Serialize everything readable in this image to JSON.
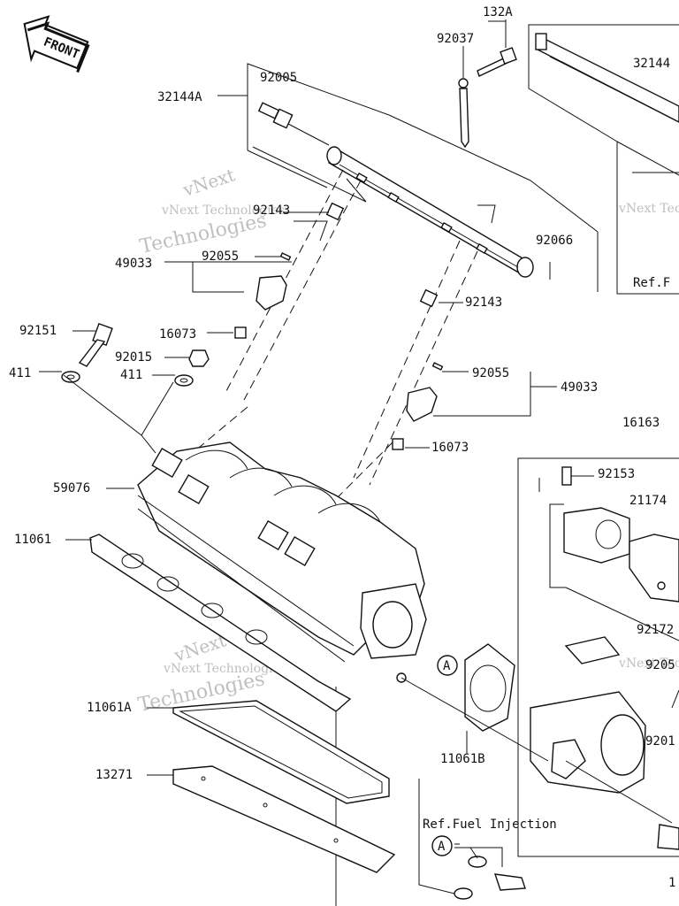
{
  "front_badge": "FRONT",
  "labels": {
    "p132A": "132A",
    "p92037": "92037",
    "p32144_right": "32144",
    "p32144A": "32144A",
    "p92005": "92005",
    "p92143_top": "92143",
    "p92055_top": "92055",
    "p49033_top": "49033",
    "p92066": "92066",
    "p92143_mid": "92143",
    "p92151": "92151",
    "p16073_top": "16073",
    "p92015": "92015",
    "p411_left": "411",
    "p411_mid": "411",
    "p92055_mid": "92055",
    "p49033_mid": "49033",
    "p16073_mid": "16073",
    "p16163": "16163",
    "p92153": "92153",
    "p21174": "21174",
    "p59076": "59076",
    "p11061": "11061",
    "p92172": "92172",
    "p92055_right": "9205",
    "p92015_right": "9201",
    "p11061A": "11061A",
    "p11061B": "11061B",
    "p13271": "13271",
    "ref_right": "Ref.F",
    "ref_fuel": "Ref.Fuel Injection",
    "callout_a1": "A",
    "callout_a2": "A",
    "bottom_right": "1"
  },
  "watermarks": {
    "w1_top": "vNext",
    "w1_mid": "vNext Technologies",
    "w1_bot": "Technologies",
    "w2_top": "vNext",
    "w2_mid": "vNext Technologies",
    "w2_bot": "Technologies",
    "w3_mid": "vNext Technologies",
    "w4_mid": "vNext Technologies"
  },
  "colors": {
    "ink": "#111111",
    "watermark": "#bfbfbf",
    "background": "#ffffff"
  }
}
